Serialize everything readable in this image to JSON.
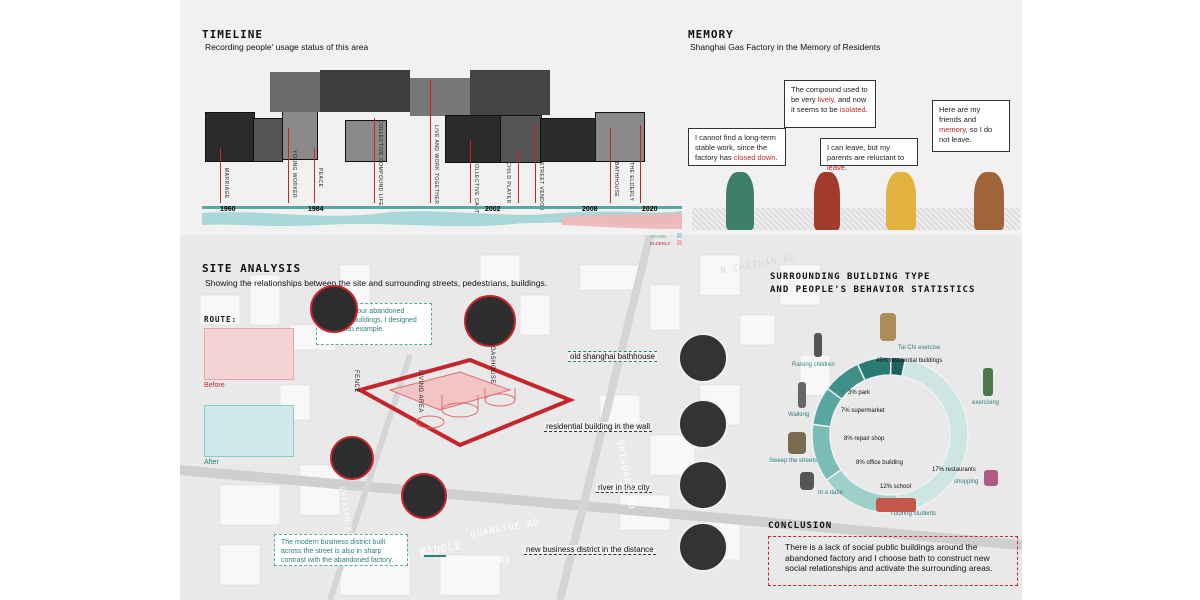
{
  "timeline": {
    "title": "TIMELINE",
    "subtitle": "Recording people' usage status of this area",
    "events": [
      "MARRIAGE",
      "YOUNG WORKER",
      "PEACE",
      "COLLECTIVE COMPOUND LIFE",
      "LIVE AND WORK TOGETHER",
      "COLLECTIVE CANTEEN",
      "CHILD PLAYER",
      "STREET VENDOR",
      "BATHHOUSE",
      "THE ELDERLY"
    ],
    "years": [
      "1960",
      "1984",
      "2002",
      "2008",
      "2020"
    ],
    "legend": [
      "YOUNG",
      "ELDERLY"
    ]
  },
  "memory": {
    "title": "MEMORY",
    "subtitle": "Shanghai Gas Factory in the Memory of Residents",
    "quotes": [
      {
        "pre": "I cannot find a long-term stable work, since the factory has ",
        "hl": "closed down",
        "post": "."
      },
      {
        "pre": "The compound used to be very ",
        "hl": "lively",
        "mid": ", and now it seems to be ",
        "hl2": "isolated",
        "post": "."
      },
      {
        "pre": "I can leave, but my parents are reluctant to ",
        "hl": "leave",
        "post": "."
      },
      {
        "pre": "Here are my friends and ",
        "hl": "memory",
        "post": ", so I do not leave."
      }
    ]
  },
  "site": {
    "title": "SITE ANALYSIS",
    "subtitle": "Showing the relationships between the site and surrounding streets, pedestrians, buildings.",
    "route_label": "ROUTE:",
    "before": "Before",
    "after": "After",
    "note_top": "There are four abandoned industrial buildings, I designed one as an example.",
    "note_bottom": "The modern business district built across the street is also in sharp contrast with the abandoned factory.",
    "building_labels": [
      "FENCE",
      "LIVING AREA",
      "GASHOUSE"
    ],
    "callouts": [
      "old shanghai bathhouse",
      "residential building in the wall",
      "river in the city",
      "new business district in the distance"
    ],
    "streets": [
      "N CHEZHAN RD",
      "GUANGYUE RD",
      "MIDDLE",
      "SHIGUANG RD",
      "SHIJIAN RD",
      "QING RD"
    ]
  },
  "stats": {
    "title_line1": "SURROUNDING BUILDING TYPE",
    "title_line2": "AND PEOPLE'S BEHAVIOR STATISTICS",
    "segments": [
      "45% residential buildings",
      "3% park",
      "7% supermarket",
      "8% repair shop",
      "8% office building",
      "12% school",
      "17% restaurants"
    ],
    "behaviors": [
      "Raising children",
      "Tai Chi exercise",
      "exercising",
      "Walking",
      "Sweep the streets",
      "In a daze",
      "Tutoring students",
      "shopping"
    ]
  },
  "chart_data": {
    "type": "pie",
    "categories": [
      "residential buildings",
      "restaurants",
      "school",
      "office building",
      "repair shop",
      "supermarket",
      "park"
    ],
    "values": [
      45,
      17,
      12,
      8,
      8,
      7,
      3
    ],
    "colors": [
      "#cde6e4",
      "#9dcfcb",
      "#7bbcb7",
      "#5aa7a1",
      "#3f9089",
      "#2b7a73",
      "#1d635d"
    ]
  },
  "conclusion": {
    "title": "CONCLUSION",
    "text": "There is a lack of social public buildings around the abandoned factory and I choose bath to construct new social relationships and activate the surrounding areas."
  }
}
